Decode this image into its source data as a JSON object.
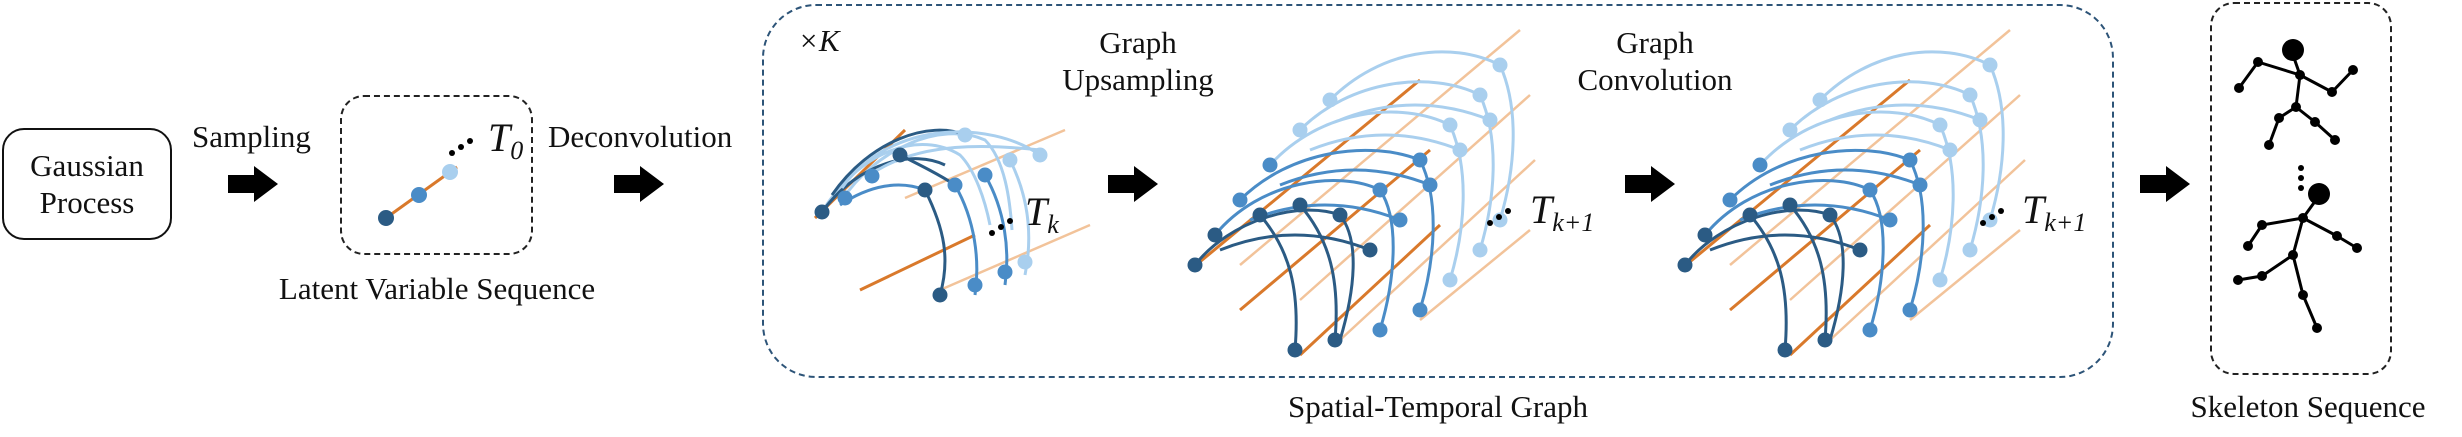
{
  "gaussian_process": {
    "line1": "Gaussian",
    "line2": "Process"
  },
  "labels": {
    "sampling": "Sampling",
    "deconvolution": "Deconvolution",
    "latent_variable_sequence": "Latent Variable Sequence",
    "k_repeat": "×K",
    "graph_upsampling_line1": "Graph",
    "graph_upsampling_line2": "Upsampling",
    "graph_convolution_line1": "Graph",
    "graph_convolution_line2": "Convolution",
    "spatial_temporal_graph": "Spatial-Temporal Graph",
    "skeleton_sequence": "Skeleton Sequence"
  },
  "time_labels": {
    "t0": {
      "base": "T",
      "sub": "0"
    },
    "tk": {
      "base": "T",
      "sub": "k"
    },
    "tk1a": {
      "base": "T",
      "sub": "k+1"
    },
    "tk1b": {
      "base": "T",
      "sub": "k+1"
    }
  },
  "colors": {
    "node_dark": "#2b5b84",
    "node_mid": "#4a8cc7",
    "node_light": "#a9cfee",
    "edge_orange": "#d9792b",
    "edge_light_orange": "#f2c39a",
    "box_border_blue": "#2d5478"
  }
}
